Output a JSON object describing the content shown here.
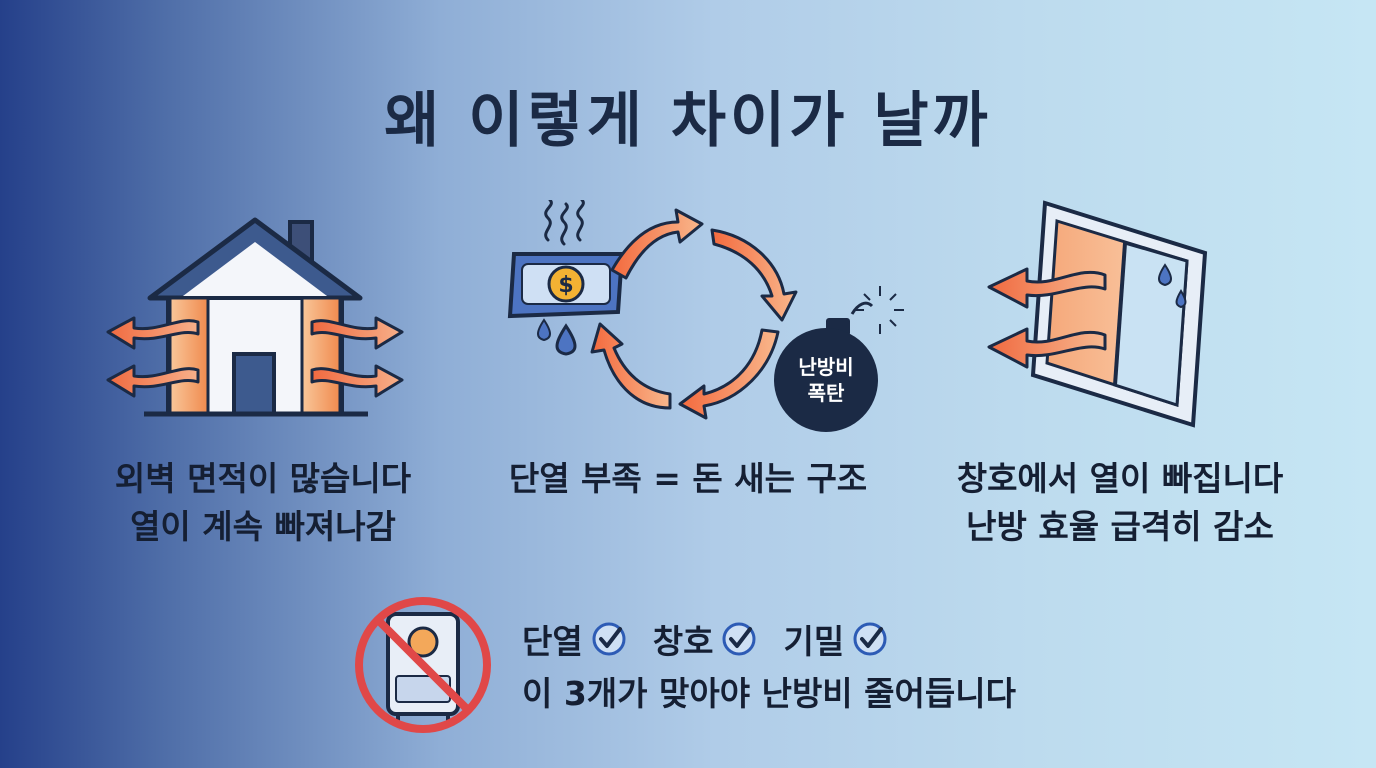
{
  "title": "왜 이렇게 차이가 날까",
  "panels": [
    {
      "line1": "외벽 면적이 많습니다",
      "line2": "열이 계속 빠져나감"
    },
    {
      "line1": "단열 부족 = 돈 새는 구조",
      "badge_line1": "난방비",
      "badge_line2": "폭탄",
      "money_symbol": "$"
    },
    {
      "line1": "창호에서 열이 빠집니다",
      "line2": "난방 효율 급격히 감소"
    }
  ],
  "bottom": {
    "checks": [
      "단열",
      "창호",
      "기밀"
    ],
    "summary": "이 3개가 맞아야 난방비 줄어듭니다"
  },
  "colors": {
    "navy": "#1b2a45",
    "arrow_orange": "#f0764a",
    "wall_orange": "#f5a774",
    "prohibit_red": "#e04848",
    "check_blue": "#2d5bb5"
  }
}
